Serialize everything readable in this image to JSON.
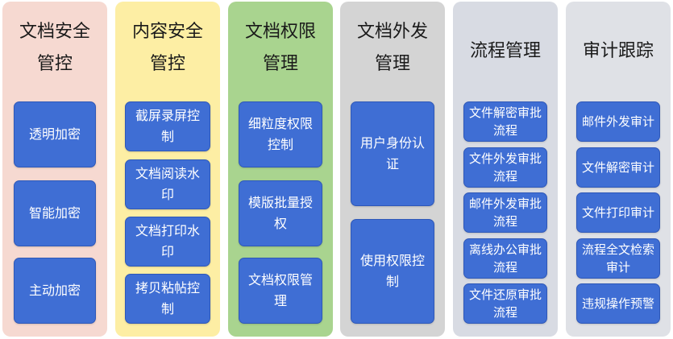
{
  "colors": {
    "col1_bg": "#f6d9d1",
    "col2_bg": "#fdeea4",
    "col3_bg": "#a9d48f",
    "col4_bg": "#d4d4d4",
    "col5_bg": "#d8dbe3",
    "col6_bg": "#dfe1e6",
    "box_bg": "#3f6ed4",
    "box_text": "#ffffff"
  },
  "columns": [
    {
      "title": "文档安全管控",
      "items": [
        "透明加密",
        "智能加密",
        "主动加密"
      ]
    },
    {
      "title": "内容安全管控",
      "items": [
        "截屏录屏控制",
        "文档阅读水印",
        "文档打印水印",
        "拷贝粘帖控制"
      ]
    },
    {
      "title": "文档权限管理",
      "items": [
        "细粒度权限控制",
        "模版批量授权",
        "文档权限管理"
      ]
    },
    {
      "title": "文档外发管理",
      "items": [
        "用户身份认证",
        "使用权限控制"
      ]
    },
    {
      "title": "流程管理",
      "items": [
        "文件解密审批流程",
        "文件外发审批流程",
        "邮件外发审批流程",
        "离线办公审批流程",
        "文件还原审批流程"
      ]
    },
    {
      "title": "审计跟踪",
      "items": [
        "邮件外发审计",
        "文件解密审计",
        "文件打印审计",
        "流程全文检索审计",
        "违规操作预警"
      ]
    }
  ]
}
